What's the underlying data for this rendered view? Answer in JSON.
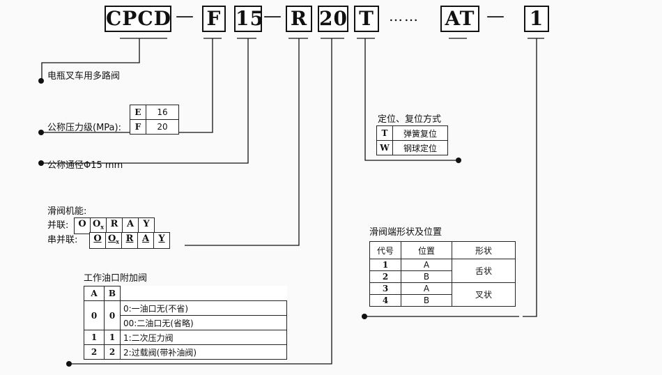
{
  "code": {
    "parts": [
      "CPCD",
      "F",
      "15",
      "R",
      "20",
      "T",
      "AT",
      "1"
    ],
    "separator": "—",
    "ellipsis": "……"
  },
  "labels": {
    "battery_forklift": "电瓶叉车用多路阀",
    "pressure_grade": "公称压力级(MPa):",
    "nominal_bore": "公称通径Φ15 mm",
    "spool_function": "滑阀机能:",
    "parallel": "并联:",
    "series_parallel": "串并联:",
    "work_port_valve": "工作油口附加阀",
    "positioning_reset": "定位、复位方式",
    "spool_end_shape": "滑阀端形状及位置"
  },
  "pressure_table": [
    {
      "code": "E",
      "value": "16"
    },
    {
      "code": "F",
      "value": "20"
    }
  ],
  "spool_letters": {
    "parallel": [
      "O",
      "O",
      "R",
      "A",
      "Y"
    ],
    "series_parallel": [
      "O",
      "O",
      "R",
      "A",
      "Y"
    ],
    "subscript": "x"
  },
  "work_port_table": {
    "headers": [
      "A",
      "B"
    ],
    "rows": [
      {
        "a": "0",
        "b": "0",
        "desc": [
          "0:一油口无(不省)",
          "00:二油口无(省略)"
        ]
      },
      {
        "a": "1",
        "b": "1",
        "desc": [
          "1:二次压力阀"
        ]
      },
      {
        "a": "2",
        "b": "2",
        "desc": [
          "2:过载阀(带补油阀)"
        ]
      }
    ]
  },
  "reset_table": [
    {
      "code": "T",
      "desc": "弹簧复位"
    },
    {
      "code": "W",
      "desc": "钢球定位"
    }
  ],
  "spool_end_table": {
    "headers": [
      "代号",
      "位置",
      "形状"
    ],
    "rows": [
      {
        "code": "1",
        "pos": "A"
      },
      {
        "code": "2",
        "pos": "B"
      },
      {
        "code": "3",
        "pos": "A"
      },
      {
        "code": "4",
        "pos": "B"
      }
    ],
    "shapes": [
      "舌状",
      "叉状"
    ]
  }
}
